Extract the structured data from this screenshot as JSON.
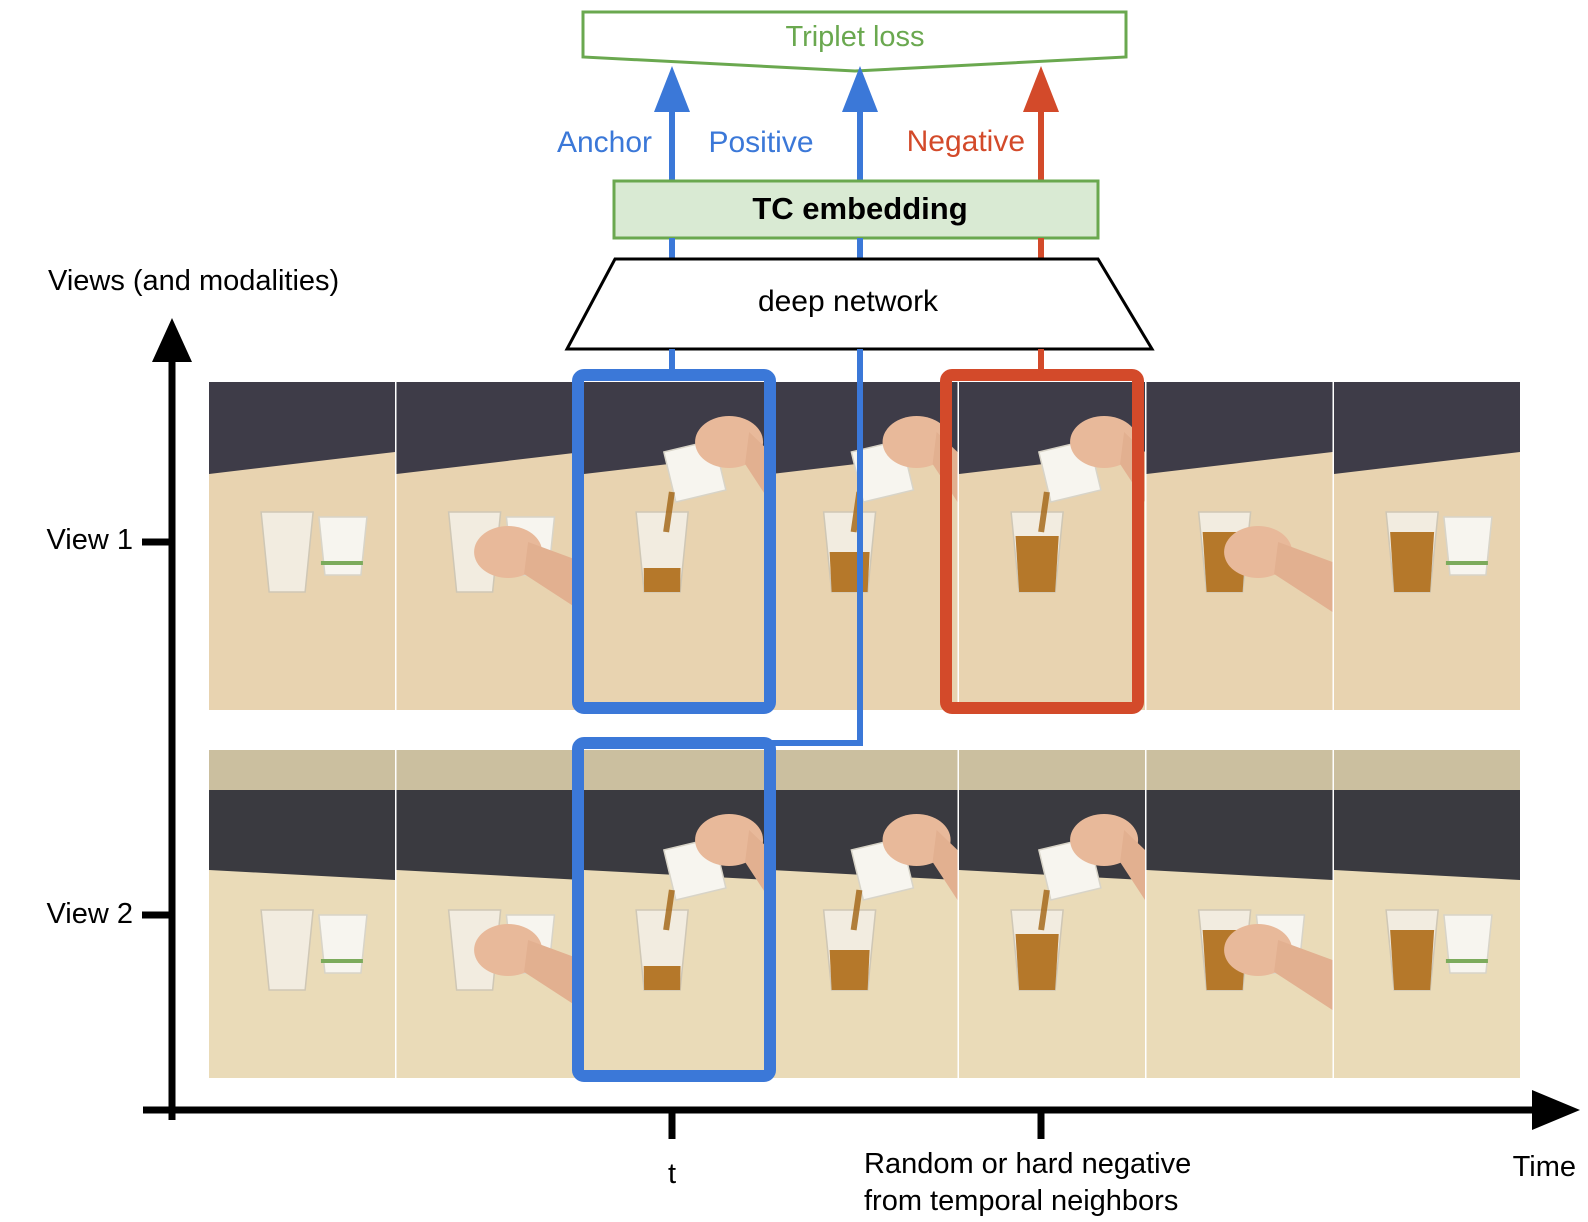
{
  "diagram": {
    "loss_label": "Triplet loss",
    "embedding_label": "TC embedding",
    "network_label": "deep network",
    "anchor_label": "Anchor",
    "positive_label": "Positive",
    "negative_label": "Negative",
    "y_axis_label": "Views (and modalities)",
    "view1_label": "View 1",
    "view2_label": "View 2",
    "t_label": "t",
    "negative_note_line1": "Random or hard negative",
    "negative_note_line2": "from temporal neighbors",
    "x_axis_label": "Time"
  },
  "colors": {
    "anchor_positive": "#3b78d8",
    "negative": "#d34a2a",
    "loss_green": "#6aa84f",
    "embedding_fill": "#d9ead3",
    "axis": "#000000"
  },
  "frames": {
    "view1": [
      {
        "scene": "desk",
        "glass_fill": 0.0,
        "pour": false,
        "hand": false
      },
      {
        "scene": "desk",
        "glass_fill": 0.0,
        "pour": false,
        "hand": true
      },
      {
        "scene": "desk",
        "glass_fill": 0.3,
        "pour": true,
        "hand": true
      },
      {
        "scene": "desk",
        "glass_fill": 0.5,
        "pour": true,
        "hand": true
      },
      {
        "scene": "desk",
        "glass_fill": 0.7,
        "pour": true,
        "hand": true
      },
      {
        "scene": "desk",
        "glass_fill": 0.75,
        "pour": false,
        "hand": true
      },
      {
        "scene": "desk",
        "glass_fill": 0.75,
        "pour": false,
        "hand": false
      }
    ],
    "view2": [
      {
        "scene": "office",
        "glass_fill": 0.0,
        "pour": false,
        "hand": false
      },
      {
        "scene": "office",
        "glass_fill": 0.0,
        "pour": false,
        "hand": true
      },
      {
        "scene": "office",
        "glass_fill": 0.3,
        "pour": true,
        "hand": true
      },
      {
        "scene": "office",
        "glass_fill": 0.5,
        "pour": true,
        "hand": true
      },
      {
        "scene": "office",
        "glass_fill": 0.7,
        "pour": true,
        "hand": true
      },
      {
        "scene": "office",
        "glass_fill": 0.75,
        "pour": false,
        "hand": true
      },
      {
        "scene": "office",
        "glass_fill": 0.75,
        "pour": false,
        "hand": false
      }
    ]
  }
}
